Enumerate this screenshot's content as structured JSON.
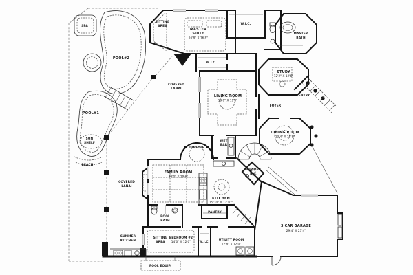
{
  "page": {
    "title": "House Floor Plan"
  },
  "colors": {
    "walls": "#161616",
    "thin_lines": "#2f2f2f",
    "dashed_lines": "#555555",
    "boundary": "#808080",
    "text": "#1b1b1b",
    "background": "#fdfdfd"
  },
  "labels": {
    "spa": "SPA",
    "pool2": "POOL#2",
    "pool1": "POOL#1",
    "sun_shelf": [
      "SUN",
      "SHELF"
    ],
    "beach": "BEACH",
    "lanai_upper": [
      "COVERED",
      "LANAI"
    ],
    "lanai_lower": [
      "COVERED",
      "LANAI"
    ],
    "summer_kitchen": [
      "SUMMER",
      "KITCHEN"
    ],
    "pool_equip": "POOL EQUIP.",
    "master_sitting": [
      "SITTING",
      "AREA"
    ],
    "master_suite": [
      "MASTER",
      "SUITE",
      "16'8\" X 16'8\""
    ],
    "wic_top": "W.I.C.",
    "wic_master": "W.I.C.",
    "master_bath": [
      "MASTER",
      "BATH"
    ],
    "study": [
      "STUDY",
      "12'2\" X 12'6\""
    ],
    "foyer": "FOYER",
    "entry": "ENTRY",
    "living_room": [
      "LIVING ROOM",
      "19'0\" X 19'0\""
    ],
    "dining_room": [
      "DINING ROOM",
      "13'4\" X 12'8\""
    ],
    "wet_bar": [
      "WET",
      "BAR"
    ],
    "dinette": "DINETTE",
    "family_room": [
      "FAMILY ROOM",
      "19'0\" X 19'6\""
    ],
    "kitchen": [
      "KITCHEN",
      "15'10\" X 12'10\""
    ],
    "powder": [
      "POWDER",
      "RM."
    ],
    "pool_bath": [
      "POOL",
      "BATH"
    ],
    "pantry": "PANTRY",
    "bed2_sitting": [
      "SITTING",
      "AREA"
    ],
    "bedroom2": [
      "BEDROOM #2",
      "14'0\" X 12'0\""
    ],
    "wic_bed2": "W.I.C.",
    "utility": [
      "UTILITY ROOM",
      "12'8\" X 12'0\""
    ],
    "garage": [
      "3 CAR GARAGE",
      "29'4\" X 23'4\""
    ]
  }
}
